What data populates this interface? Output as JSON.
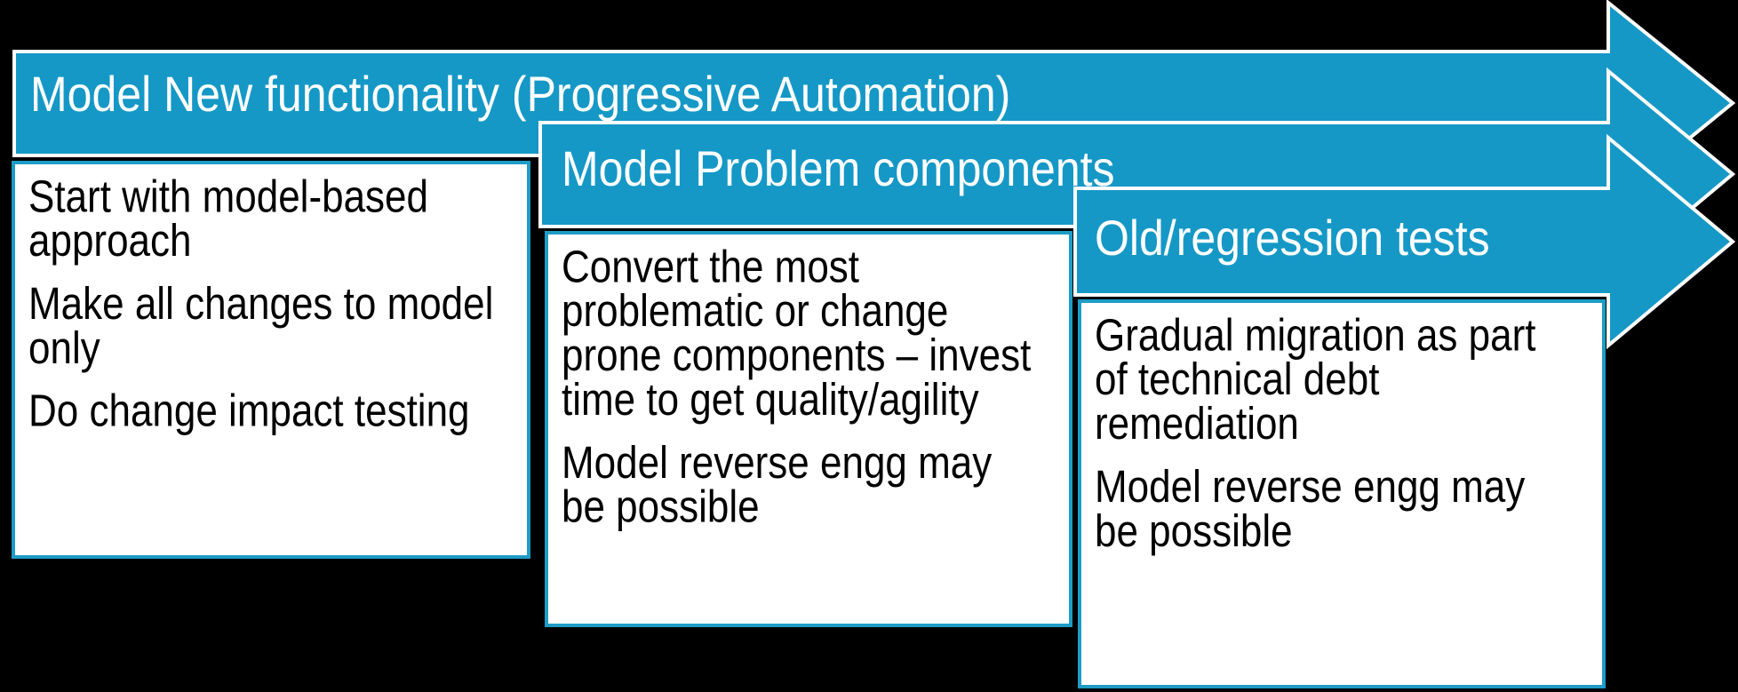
{
  "colors": {
    "background": "#000000",
    "arrow_fill": "#1598C6",
    "arrow_border": "#FFFFFF",
    "box_fill": "#FFFFFF",
    "box_border": "#1E9CC6",
    "title_color": "#FFFFFF",
    "body_color": "#000000"
  },
  "steps": [
    {
      "title": "Model New functionality (Progressive Automation)",
      "bullets": [
        "Start with model-based\napproach",
        "Make all changes to model\nonly",
        "Do change impact testing"
      ]
    },
    {
      "title": "Model Problem components",
      "bullets": [
        "Convert the most\nproblematic or change\nprone components – invest\ntime to get quality/agility",
        "Model reverse engg may\nbe possible"
      ]
    },
    {
      "title": "Old/regression tests",
      "bullets": [
        "Gradual migration as part\nof technical debt\nremediation",
        "Model reverse engg may\nbe possible"
      ]
    }
  ]
}
